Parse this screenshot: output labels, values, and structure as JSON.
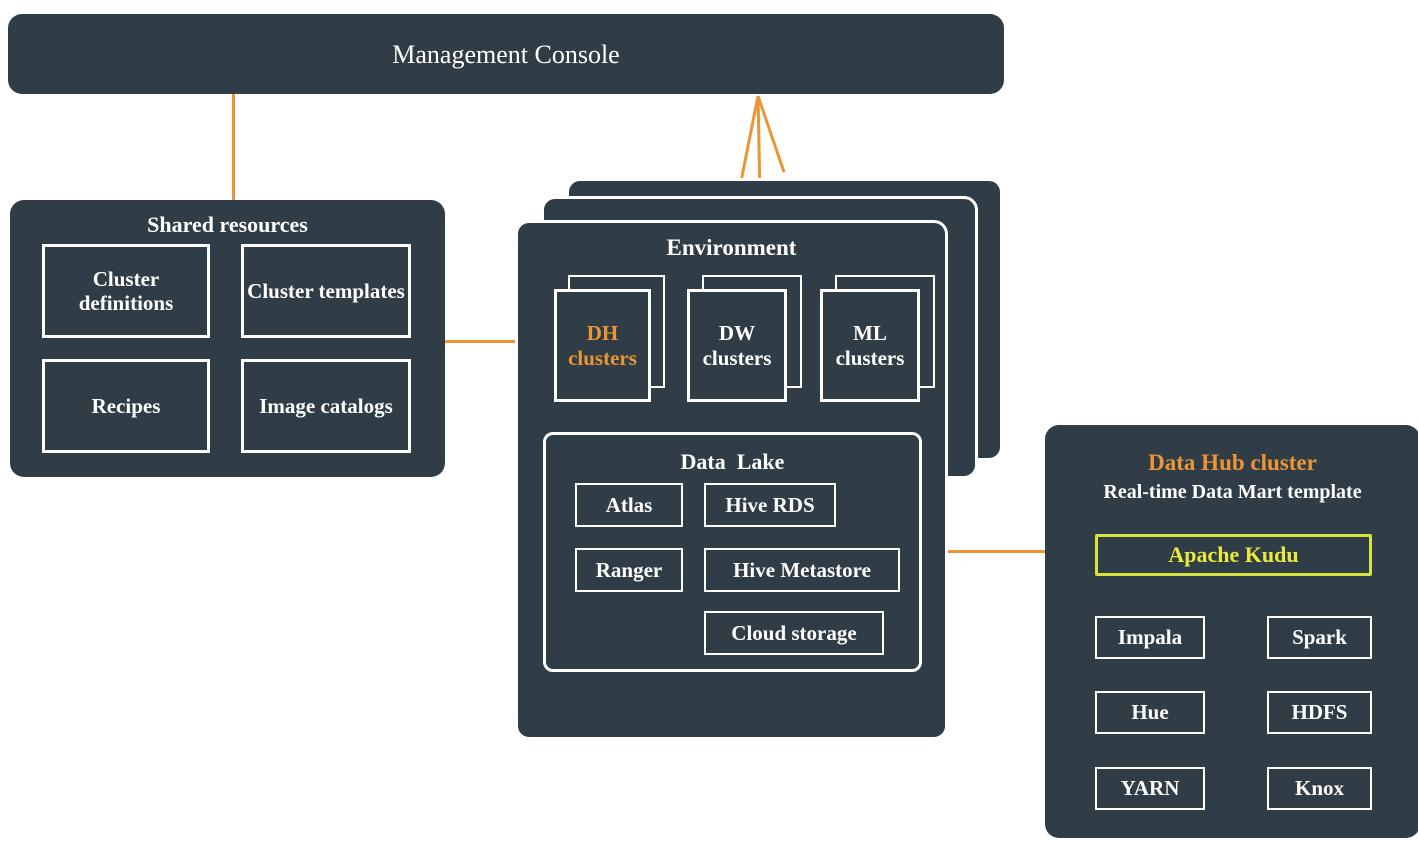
{
  "diagram": {
    "title": "Management Console",
    "colors": {
      "panel": "#303d47",
      "accent_orange": "#eb9534",
      "kudu_yellow": "#eaea3c",
      "kudu_border": "#d4e43c",
      "outline_white": "#ffffff",
      "background": "#ffffff"
    }
  },
  "management_console": {
    "label": "Management Console"
  },
  "shared_resources": {
    "title": "Shared resources",
    "items": [
      {
        "label": "Cluster definitions"
      },
      {
        "label": "Cluster templates"
      },
      {
        "label": "Recipes"
      },
      {
        "label": "Image catalogs"
      }
    ]
  },
  "environment": {
    "title": "Environment",
    "clusters": [
      {
        "label": "DH clusters",
        "highlighted": true
      },
      {
        "label": "DW clusters",
        "highlighted": false
      },
      {
        "label": "ML clusters",
        "highlighted": false
      }
    ],
    "data_lake": {
      "title": "Data  Lake",
      "items": [
        {
          "label": "Atlas"
        },
        {
          "label": "Hive RDS"
        },
        {
          "label": "Ranger"
        },
        {
          "label": "Hive Metastore"
        },
        {
          "label": "Cloud storage"
        }
      ]
    }
  },
  "data_hub_cluster": {
    "title": "Data Hub cluster",
    "subtitle": "Real-time Data Mart template",
    "primary_service": {
      "label": "Apache Kudu"
    },
    "services": [
      {
        "label": "Impala"
      },
      {
        "label": "Spark"
      },
      {
        "label": "Hue"
      },
      {
        "label": "HDFS"
      },
      {
        "label": "YARN"
      },
      {
        "label": "Knox"
      }
    ]
  }
}
